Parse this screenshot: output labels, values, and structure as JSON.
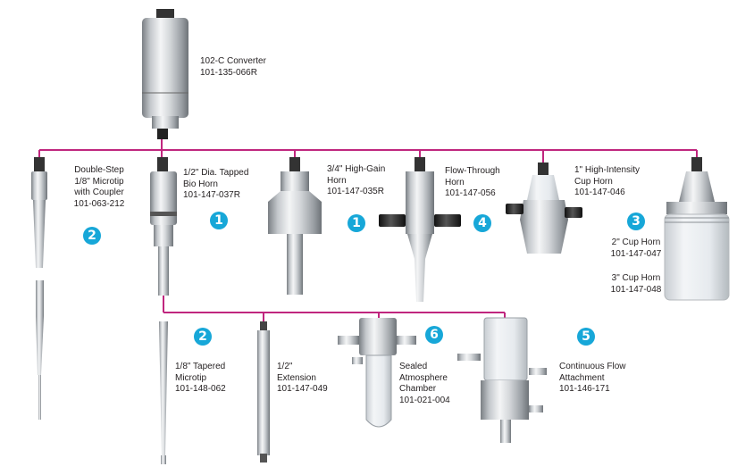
{
  "colors": {
    "connector_line": "#c0267e",
    "badge": "#17a7d8",
    "metal_light": "#e4e6e8",
    "metal_mid": "#b4b8bc",
    "metal_dark": "#6e7378"
  },
  "converter": {
    "lines": [
      "102-C Converter",
      "101-135-066R"
    ]
  },
  "items": [
    {
      "id": "double-step-microtip",
      "lines": [
        "Double-Step",
        "1/8\" Microtip",
        "with Coupler",
        "101-063-212"
      ],
      "badge": "2"
    },
    {
      "id": "bio-horn",
      "lines": [
        "1/2\" Dia. Tapped",
        "Bio Horn",
        "101-147-037R"
      ],
      "badge": "1"
    },
    {
      "id": "high-gain-horn",
      "lines": [
        "3/4\" High-Gain",
        "Horn",
        "101-147-035R"
      ],
      "badge": "1"
    },
    {
      "id": "flow-through-horn",
      "lines": [
        "Flow-Through",
        "Horn",
        "101-147-056"
      ],
      "badge": "4"
    },
    {
      "id": "high-intensity-cup-horn",
      "lines": [
        "1\" High-Intensity",
        "Cup Horn",
        "101-147-046"
      ],
      "badge": "3"
    },
    {
      "id": "cup-horn-2in",
      "lines": [
        "2\" Cup Horn",
        "101-147-047"
      ]
    },
    {
      "id": "cup-horn-3in",
      "lines": [
        "3\" Cup Horn",
        "101-147-048"
      ]
    },
    {
      "id": "tapered-microtip",
      "lines": [
        "1/8\" Tapered",
        "Microtip",
        "101-148-062"
      ],
      "badge": "2"
    },
    {
      "id": "extension",
      "lines": [
        "1/2\"",
        "Extension",
        "101-147-049"
      ]
    },
    {
      "id": "sealed-atmosphere-chamber",
      "lines": [
        "Sealed",
        "Atmosphere",
        "Chamber",
        "101-021-004"
      ],
      "badge": "6"
    },
    {
      "id": "continuous-flow-attachment",
      "lines": [
        "Continuous Flow",
        "Attachment",
        "101-146-171"
      ],
      "badge": "5"
    }
  ]
}
